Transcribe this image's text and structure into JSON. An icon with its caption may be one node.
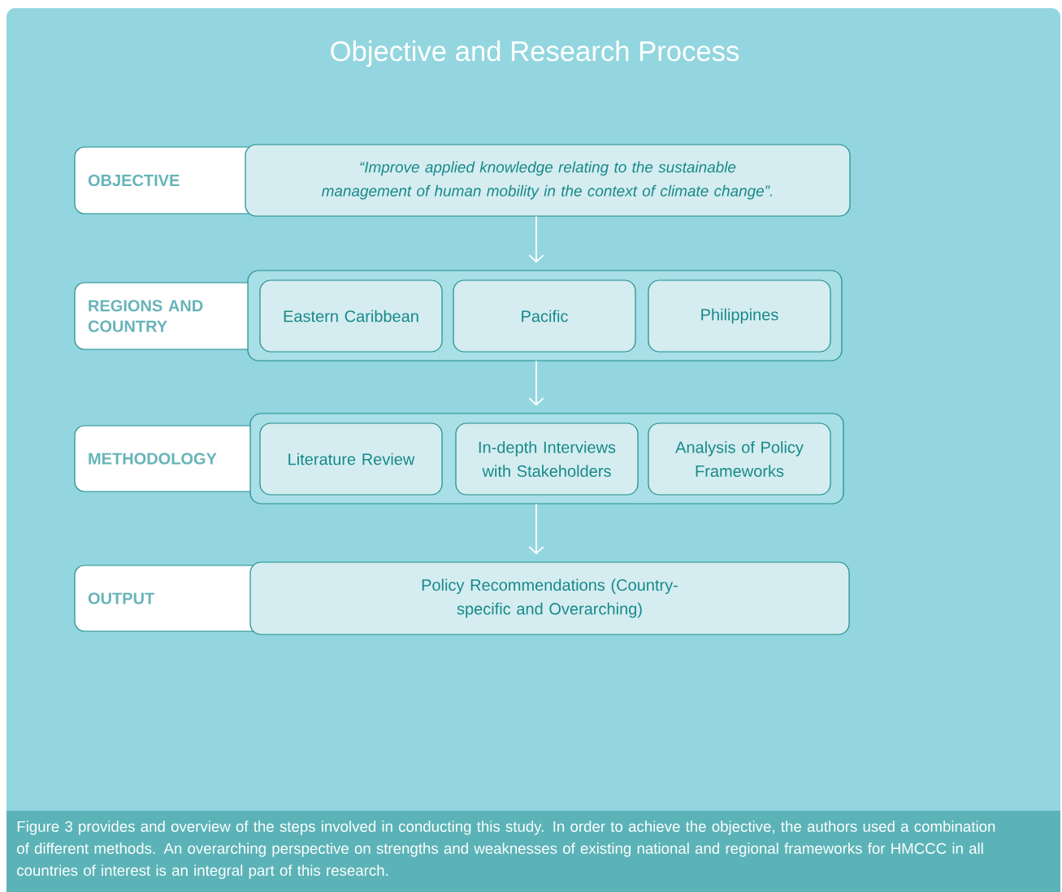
{
  "diagram": {
    "title": "Objective and Research Process",
    "nodes": [
      {
        "text": [
          "OBJECTIVE"
        ]
      },
      {
        "text": [
          "“Improve applied knowledge relating to the sustainable management of human mobility in the context of climate change”."
        ]
      },
      {
        "text": [
          "REGIONS AND COUNTRY"
        ]
      },
      {
        "text": [],
        "shape": "box"
      },
      {
        "text": [
          "Eastern Caribbean"
        ],
        "in": 3
      },
      {
        "text": [
          "Pacific"
        ],
        "in": 3
      },
      {
        "text": [
          "Philippines"
        ],
        "in": 3
      },
      {
        "text": [
          "METHODOLOGY"
        ]
      },
      {
        "text": [],
        "shape": "box"
      },
      {
        "text": [
          "Literature Review"
        ],
        "in": 8
      },
      {
        "text": [
          "In-depth Interviews with Stakeholders"
        ],
        "in": 8
      },
      {
        "text": [
          "Analysis of Policy Frameworks"
        ],
        "in": 8
      },
      {
        "text": [
          "OUTPUT"
        ]
      },
      {
        "text": [
          "Policy Recommendations (Country-specific and Overarching)"
        ]
      }
    ],
    "edges": [
      {
        "from": 1,
        "to": 3,
        "arrow": "to"
      },
      {
        "from": 3,
        "to": 8,
        "arrow": "to"
      },
      {
        "from": 8,
        "to": 13,
        "arrow": "to"
      }
    ],
    "caption": "Figure 3 provides and overview of the steps involved in conducting this study. In order to achieve the objective, the authors used a combination of different methods. An overarching perspective on strengths and weaknesses of existing national and regional frameworks for HMCCC in all countries of interest is an integral part of this research."
  }
}
